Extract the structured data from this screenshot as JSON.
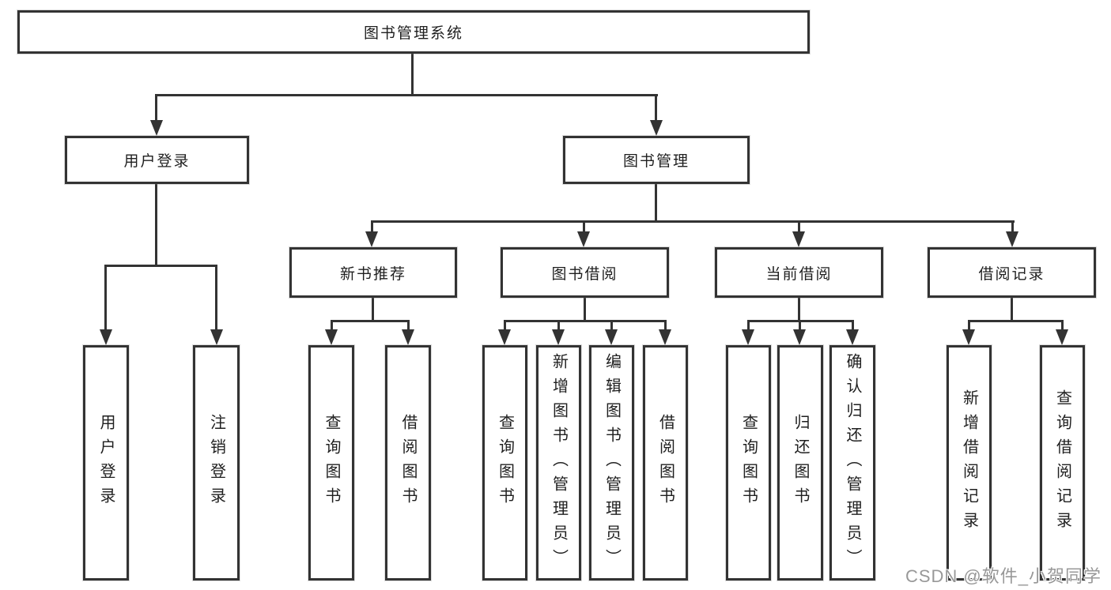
{
  "colors": {
    "line": "#333333",
    "box_border": "#333333",
    "box_fill": "#ffffff",
    "text": "#1f1f1f",
    "watermark": "#989898",
    "background": "#ffffff"
  },
  "tree": {
    "root": {
      "label": "图书管理系统"
    },
    "branches": [
      {
        "label": "用户登录",
        "children": [
          {
            "label": "用户登录"
          },
          {
            "label": "注销登录"
          }
        ]
      },
      {
        "label": "图书管理",
        "sections": [
          {
            "label": "新书推荐",
            "children": [
              {
                "label": "查询图书"
              },
              {
                "label": "借阅图书"
              }
            ]
          },
          {
            "label": "图书借阅",
            "children": [
              {
                "label": "查询图书"
              },
              {
                "label": "新增图书（管理员）"
              },
              {
                "label": "编辑图书（管理员）"
              },
              {
                "label": "借阅图书"
              }
            ]
          },
          {
            "label": "当前借阅",
            "children": [
              {
                "label": "查询图书"
              },
              {
                "label": "归还图书"
              },
              {
                "label": "确认归还（管理员）"
              }
            ]
          },
          {
            "label": "借阅记录",
            "children": [
              {
                "label": "新增借阅记录"
              },
              {
                "label": "查询借阅记录"
              }
            ]
          }
        ]
      }
    ]
  },
  "watermark": {
    "text": "CSDN @软件_小贺同学"
  }
}
